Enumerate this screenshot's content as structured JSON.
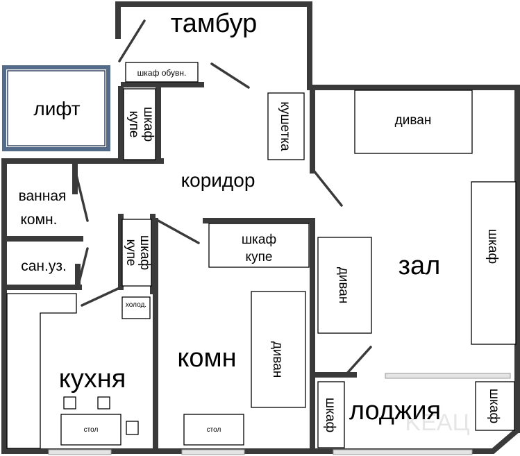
{
  "rooms": {
    "tambur": "тамбур",
    "lift": "лифт",
    "koridor": "коридор",
    "zal": "зал",
    "vannaya_line1": "ванная",
    "vannaya_line2": "комн.",
    "sanuzel": "сан.уз.",
    "kuhnya": "кухня",
    "komn": "комн",
    "lodzhiya": "лоджия"
  },
  "furniture": {
    "shkaf_obuvn": "шкаф обувн.",
    "shkaf_kupe_word": "шкаф",
    "kupe_word": "купе",
    "kushetka": "кушетка",
    "divan": "диван",
    "shkaf": "шкаф",
    "holod": "холод.",
    "stol": "стол"
  },
  "watermark": "KEAЦ",
  "colors": {
    "wall": "#3a3a3a",
    "lift_frame": "#556b8a",
    "window": "#e4e4e4"
  }
}
